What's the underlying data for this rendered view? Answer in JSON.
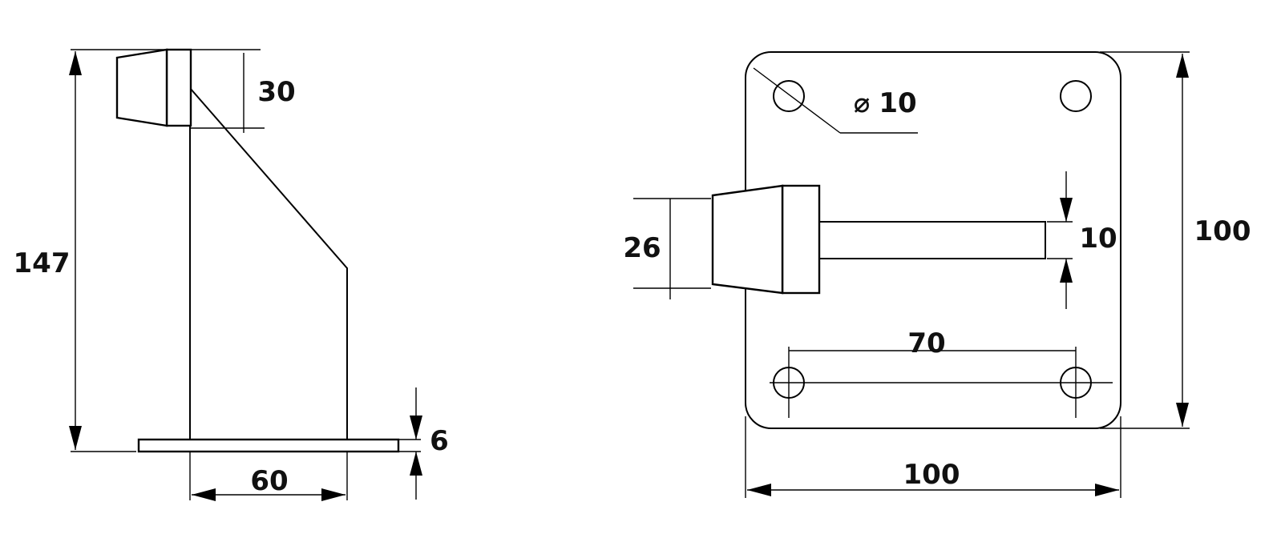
{
  "side_view": {
    "height_label": "147",
    "bumper_height_label": "30",
    "base_width_label": "60",
    "plate_thickness_label": "6"
  },
  "front_view": {
    "hole_diameter_symbol": "⌀",
    "hole_diameter_label": "10",
    "bumper_diameter_label": "26",
    "rod_diameter_label": "10",
    "hole_spacing_label": "70",
    "plate_height_label": "100",
    "plate_width_label": "100"
  }
}
